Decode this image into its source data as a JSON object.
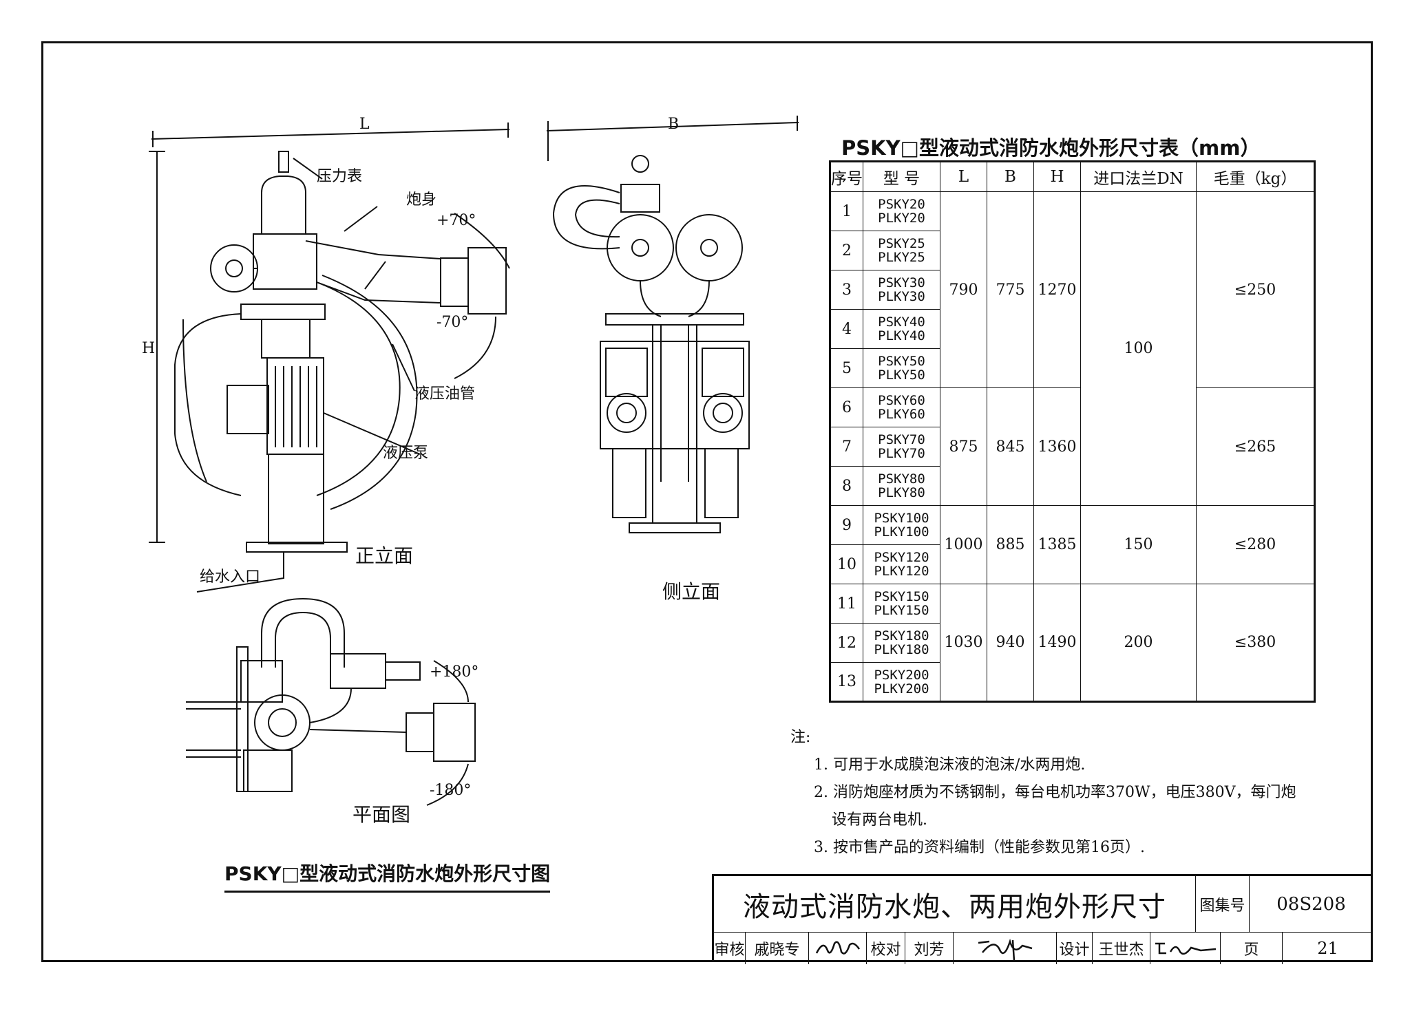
{
  "front_view": {
    "dim_L": "L",
    "dim_H": "H",
    "label_gauge": "压力表",
    "label_barrel": "炮身",
    "angle_up": "+70°",
    "angle_down": "-70°",
    "label_oil_pipe": "液压油管",
    "label_pump": "液压泵",
    "label_inlet": "给水入口",
    "caption": "正立面"
  },
  "side_view": {
    "dim_B": "B",
    "caption": "侧立面"
  },
  "plan_view": {
    "angle_pos": "+180°",
    "angle_neg": "-180°",
    "caption": "平面图"
  },
  "figure_title": "PSKY□型液动式消防水炮外形尺寸图",
  "table": {
    "title": "PSKY□型液动式消防水炮外形尺寸表（mm）",
    "headers": [
      "序号",
      "型  号",
      "L",
      "B",
      "H",
      "进口法兰DN",
      "毛重（kg）"
    ],
    "rows": [
      {
        "no": "1",
        "m1": "PSKY20",
        "m2": "PLKY20"
      },
      {
        "no": "2",
        "m1": "PSKY25",
        "m2": "PLKY25"
      },
      {
        "no": "3",
        "m1": "PSKY30",
        "m2": "PLKY30"
      },
      {
        "no": "4",
        "m1": "PSKY40",
        "m2": "PLKY40"
      },
      {
        "no": "5",
        "m1": "PSKY50",
        "m2": "PLKY50"
      },
      {
        "no": "6",
        "m1": "PSKY60",
        "m2": "PLKY60"
      },
      {
        "no": "7",
        "m1": "PSKY70",
        "m2": "PLKY70"
      },
      {
        "no": "8",
        "m1": "PSKY80",
        "m2": "PLKY80"
      },
      {
        "no": "9",
        "m1": "PSKY100",
        "m2": "PLKY100"
      },
      {
        "no": "10",
        "m1": "PSKY120",
        "m2": "PLKY120"
      },
      {
        "no": "11",
        "m1": "PSKY150",
        "m2": "PLKY150"
      },
      {
        "no": "12",
        "m1": "PSKY180",
        "m2": "PLKY180"
      },
      {
        "no": "13",
        "m1": "PSKY200",
        "m2": "PLKY200"
      }
    ],
    "group_a": {
      "L": "790",
      "B": "775",
      "H": "1270",
      "weight": "≤250"
    },
    "group_b": {
      "L": "875",
      "B": "845",
      "H": "1360",
      "weight": "≤265"
    },
    "group_c": {
      "L": "1000",
      "B": "885",
      "H": "1385",
      "dn": "150",
      "weight": "≤280"
    },
    "group_d": {
      "L": "1030",
      "B": "940",
      "H": "1490",
      "dn": "200",
      "weight": "≤380"
    },
    "dn_ab": "100"
  },
  "notes": {
    "heading": "注:",
    "n1": "1. 可用于水成膜泡沫液的泡沫/水两用炮.",
    "n2a": "2. 消防炮座材质为不锈钢制，每台电机功率370W，电压380V，每门炮",
    "n2b": "设有两台电机.",
    "n3": "3. 按市售产品的资料编制（性能参数见第16页）."
  },
  "title_block": {
    "title": "液动式消防水炮、两用炮外形尺寸",
    "atlas_label": "图集号",
    "atlas_no": "08S208",
    "review_label": "审核",
    "reviewer": "戚晓专",
    "check_label": "校对",
    "checker": "刘芳",
    "design_label": "设计",
    "designer": "王世杰",
    "page_label": "页",
    "page_no": "21"
  }
}
